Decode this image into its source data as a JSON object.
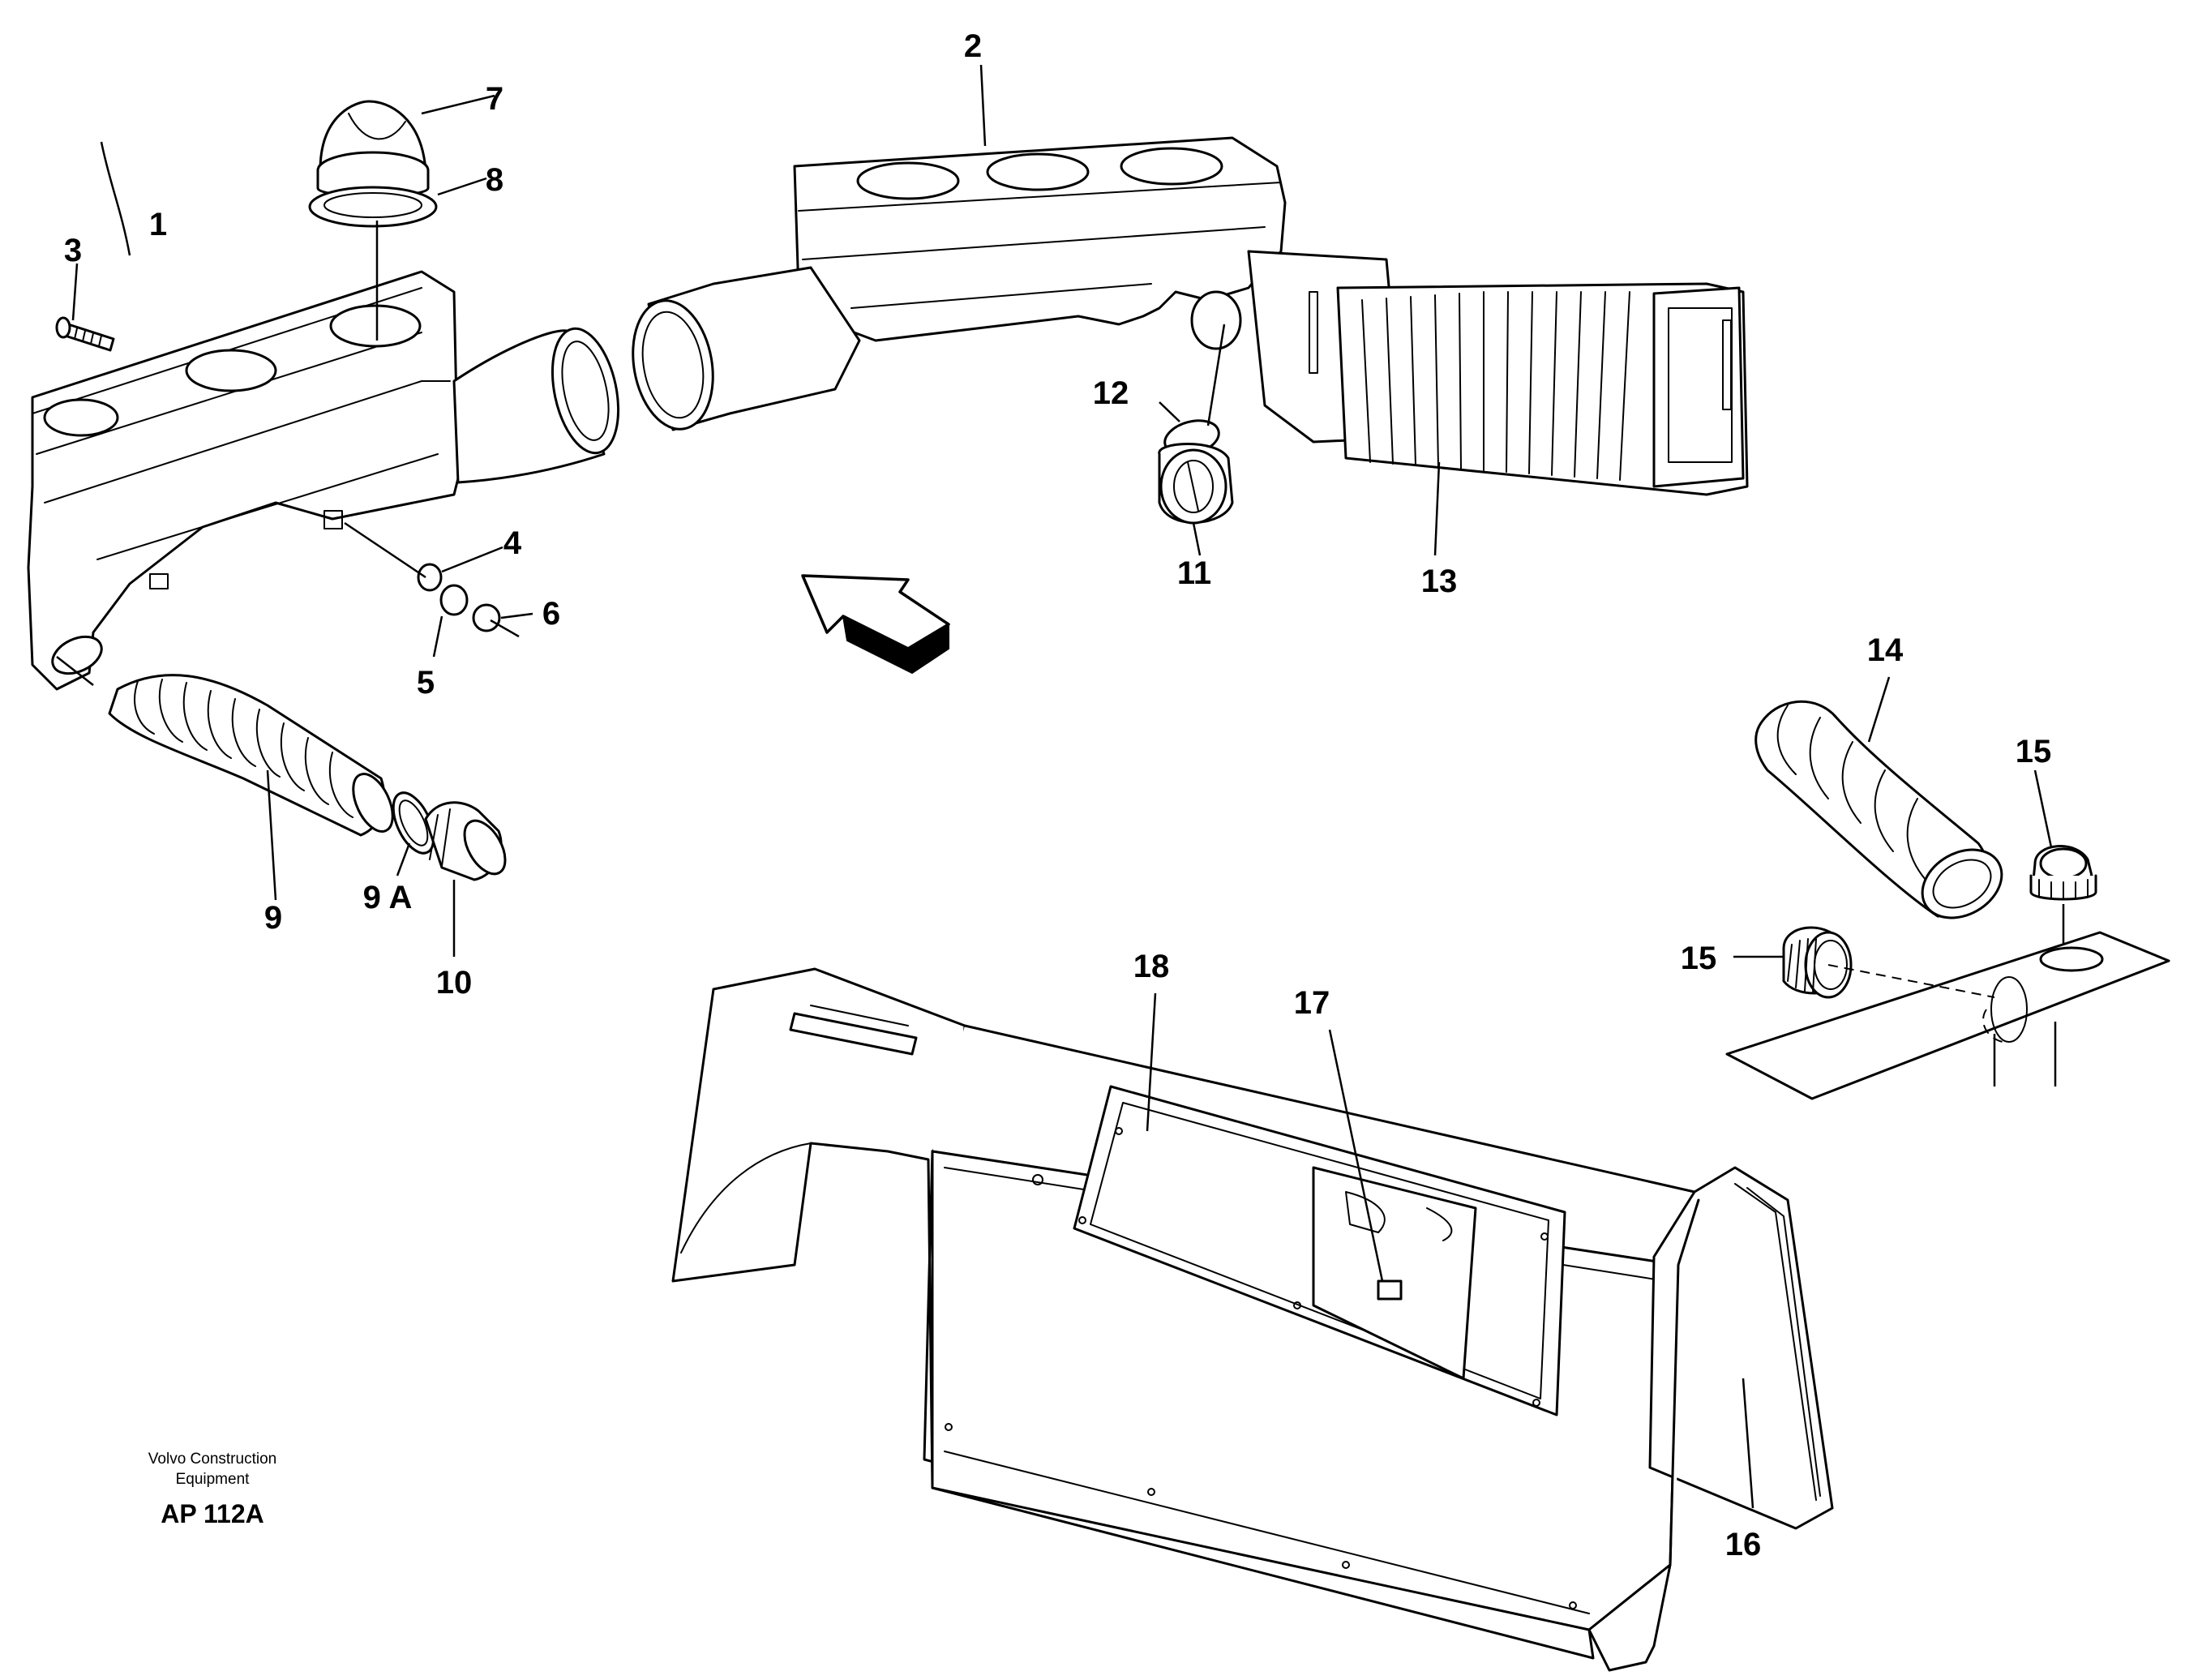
{
  "callouts": {
    "c1": "1",
    "c2": "2",
    "c3": "3",
    "c4": "4",
    "c5": "5",
    "c6": "6",
    "c7": "7",
    "c8": "8",
    "c9": "9",
    "c9a": "9 A",
    "c10": "10",
    "c11": "11",
    "c12": "12",
    "c13": "13",
    "c14": "14",
    "c15a": "15",
    "c15b": "15",
    "c16": "16",
    "c17": "17",
    "c18": "18"
  },
  "credit": {
    "line1": "Volvo Construction",
    "line2": "Equipment",
    "code": "AP 112A"
  }
}
